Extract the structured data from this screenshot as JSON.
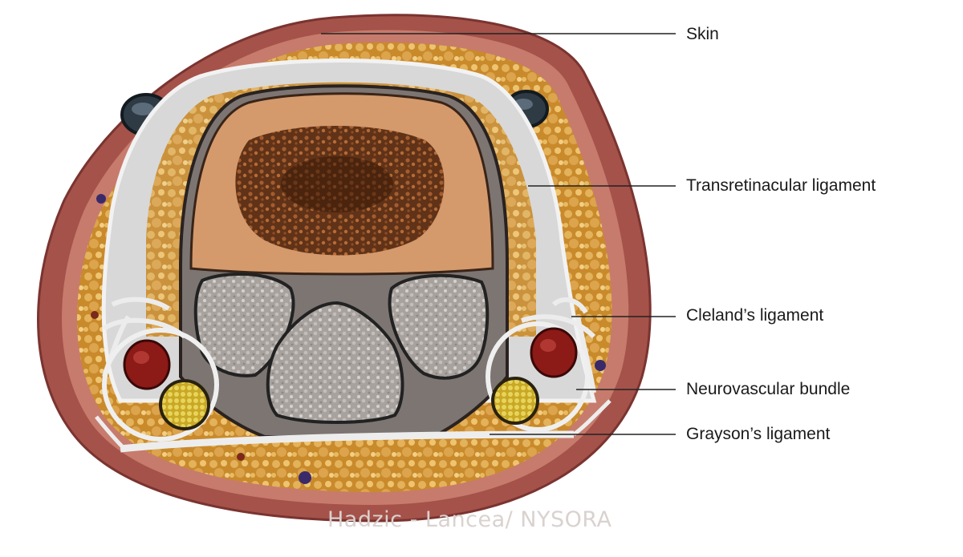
{
  "labels": {
    "skin": "Skin",
    "transretinacular": "Transretinacular ligament",
    "cleland": "Cleland’s ligament",
    "neurovascular": "Neurovascular bundle",
    "grayson": "Grayson’s ligament"
  },
  "credit": "Hadzic - Lancea/ NYSORA",
  "colors": {
    "skin": "#a5524a",
    "dermis": "#c77b6c",
    "fat": "#c98a2c",
    "ligament": "#dcdcdc",
    "bone": "#d49a6c",
    "marrow": "#4a2410",
    "tendon": "#a9a3a0",
    "artery": "#8c1a16",
    "nerve": "#d8c02a",
    "vein": "#2e3a44"
  }
}
